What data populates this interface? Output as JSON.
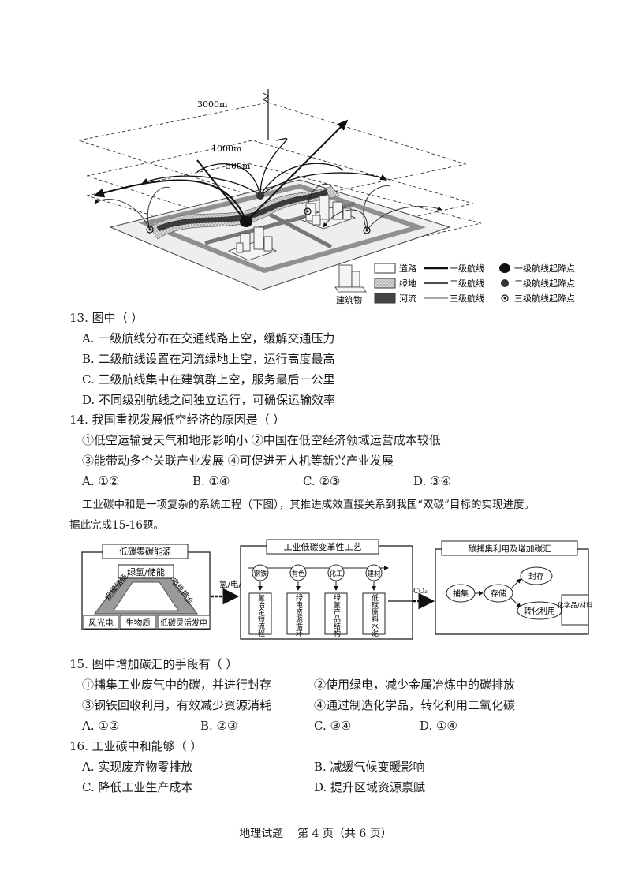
{
  "figure1": {
    "altitudes": [
      "3000m",
      "1000m",
      "500m"
    ],
    "legend": {
      "road": "道路",
      "green": "绿地",
      "river": "河流",
      "building": "建筑物",
      "line1": "一级航线",
      "line2": "二级航线",
      "line3": "三级航线",
      "point1": "一级航线起降点",
      "point2": "二级航线起降点",
      "point3": "三级航线起降点"
    }
  },
  "q13": {
    "stem": "13. 图中（    ）",
    "options": [
      "A. 一级航线分布在交通线路上空，缓解交通压力",
      "B. 二级航线设置在河流绿地上空，运行高度最高",
      "C. 三级航线集中在建筑群上空，服务最后一公里",
      "D. 不同级别航线之间独立运行，可确保运输效率"
    ]
  },
  "q14": {
    "stem": "14. 我国重视发展低空经济的原因是（    ）",
    "statements": [
      "①低空运输受天气和地形影响小 ②中国在低空经济领域运营成本较低",
      "③能带动多个关联产业发展 ④可促进无人机等新兴产业发展"
    ],
    "options": [
      "A. ①②",
      "B. ①④",
      "C. ②③",
      "D. ③④"
    ]
  },
  "intro": {
    "line1": "工业碳中和是一项复杂的系统工程（下图），其推进成效直接关系到我国“双碳”目标的实现进度。",
    "line2": "据此完成15-16题。"
  },
  "figure2": {
    "box1": {
      "title": "低碳零碳能源",
      "top": "绿氢/储能",
      "left_diag": "规模储能",
      "right_diag": "电热耦合",
      "bottom": [
        "风光电",
        "生物质",
        "低碳灵活发电"
      ]
    },
    "arrow1": "氢/电/热",
    "box2": {
      "title": "工业低碳变革性工艺",
      "circles": [
        "钢铁",
        "有色",
        "化工",
        "建材"
      ],
      "results": [
        "氢冶金短流程",
        "绿电资源循环",
        "绿氢产品结构",
        "低碳原料水泥"
      ]
    },
    "arrow2": "CO₂",
    "box3": {
      "title": "碳捕集利用及增加碳汇",
      "nodes": [
        "捕集",
        "存储",
        "封存",
        "转化利用",
        "化学品/材料"
      ]
    }
  },
  "q15": {
    "stem": "15. 图中增加碳汇的手段有（    ）",
    "statements": [
      "①捕集工业废气中的碳，并进行封存",
      "②使用绿电，减少金属冶炼中的碳排放",
      "③钢铁回收利用，有效减少资源消耗",
      "④通过制造化学品，转化利用二氧化碳"
    ],
    "options": [
      "A. ①②",
      "B. ②③",
      "C. ③④",
      "D. ①④"
    ]
  },
  "q16": {
    "stem": "16. 工业碳中和能够（    ）",
    "options": [
      "A. 实现废弃物零排放",
      "B. 减缓气候变暖影响",
      "C. 降低工业生产成本",
      "D. 提升区域资源禀赋"
    ]
  },
  "footer": "地理试题    第 4 页（共 6 页）"
}
